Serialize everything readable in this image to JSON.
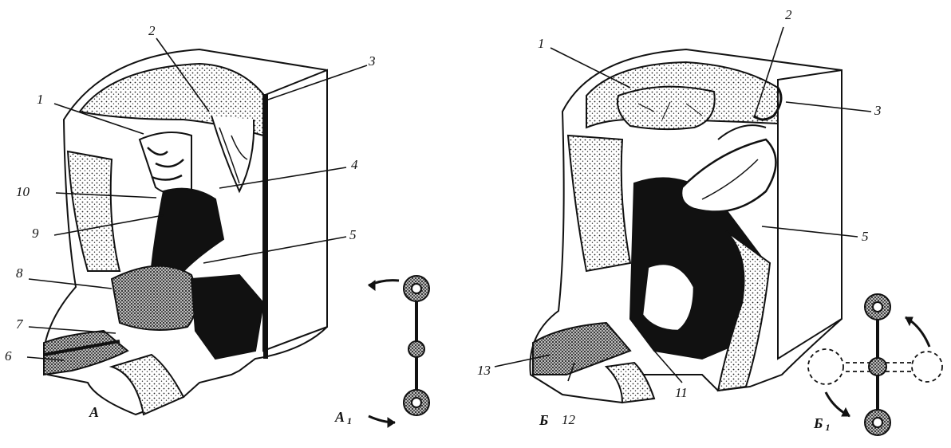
{
  "panel_a": {
    "title": "А",
    "inset_title": "А",
    "inset_sub": "1",
    "callouts": [
      "1",
      "2",
      "3",
      "4",
      "5",
      "6",
      "7",
      "8",
      "9",
      "10"
    ]
  },
  "panel_b": {
    "title": "Б",
    "inset_title": "Б",
    "inset_sub": "1",
    "callouts": [
      "1",
      "2",
      "3",
      "5",
      "11",
      "12",
      "13"
    ]
  },
  "style": {
    "ink": "#111111",
    "paper": "#ffffff",
    "stipple": "#333333"
  }
}
